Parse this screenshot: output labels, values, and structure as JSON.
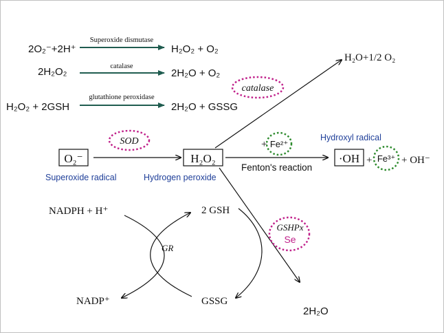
{
  "reactions": [
    {
      "left": "2O₂⁻+2H⁺",
      "enzyme": "Superoxide dismutase",
      "right": "H₂O₂ + O₂"
    },
    {
      "left": "2H₂O₂",
      "enzyme": "catalase",
      "right": "2H₂O + O₂"
    },
    {
      "left": "H₂O₂ + 2GSH",
      "enzyme": "glutathione peroxidase",
      "right": "2H₂O + GSSG"
    }
  ],
  "species": {
    "superoxide": "O₂⁻",
    "superoxide_name": "Superoxide radical",
    "h2o2": "H₂O₂",
    "h2o2_name": "Hydrogen peroxide",
    "hydroxyl": "·OH",
    "hydroxyl_name": "Hydroxyl radical",
    "oh_minus": "+ OH⁻"
  },
  "labels": {
    "sod": "SOD",
    "catalase": "catalase",
    "catalase_product": "H₂O+1/2 O₂",
    "fe2_plus": "+",
    "fe2": "Fe²⁺",
    "fenton": "Fenton's reaction",
    "fe3_plus": "+",
    "fe3": "Fe³⁺",
    "gshpx": "GSHPx",
    "se": "Se",
    "water_product": "2H₂O"
  },
  "cycle": {
    "nadph": "NADPH + H⁺",
    "nadp": "NADP⁺",
    "gsh": "2 GSH",
    "gssg": "GSSG",
    "gr": "GR"
  },
  "colors": {
    "reaction_arrow": "#1f5c4f",
    "enzyme_circle": "#c0208a",
    "iron_circle": "#2e8b2e",
    "caption_blue": "#1f3f99",
    "se_text": "#c0208a"
  }
}
